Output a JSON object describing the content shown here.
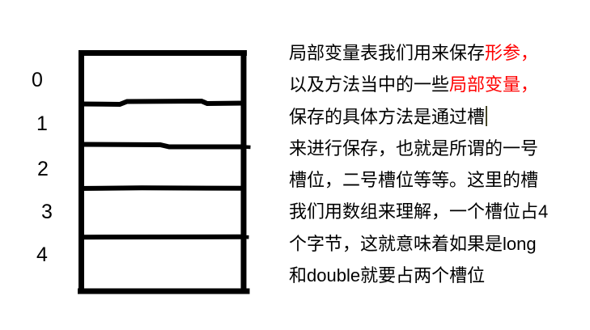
{
  "colors": {
    "ink": "#000000",
    "highlight_red": "#ff0000",
    "background": "#ffffff",
    "caret": "#454527"
  },
  "diagram": {
    "description": "hand-drawn table of 5 local-variable slots",
    "slot_labels": [
      "0",
      "1",
      "2",
      "3",
      "4"
    ]
  },
  "note_text": {
    "lines": [
      {
        "black": "局部变量表我们用来保存",
        "red": "形参，"
      },
      {
        "black": "以及方法当中的一些",
        "red": "局部变量，"
      },
      {
        "black": "保存的具体方法是通过槽",
        "red": "",
        "has_caret": true
      },
      {
        "black": "来进行保存，也就是所谓的一号",
        "red": ""
      },
      {
        "black": "槽位，二号槽位等等。这里的槽",
        "red": ""
      },
      {
        "black": "我们用数组来理解，一个槽位占4",
        "red": ""
      },
      {
        "black": "个字节，这就意味着如果是long",
        "red": ""
      },
      {
        "black": "和double就要占两个槽位",
        "red": ""
      }
    ]
  }
}
